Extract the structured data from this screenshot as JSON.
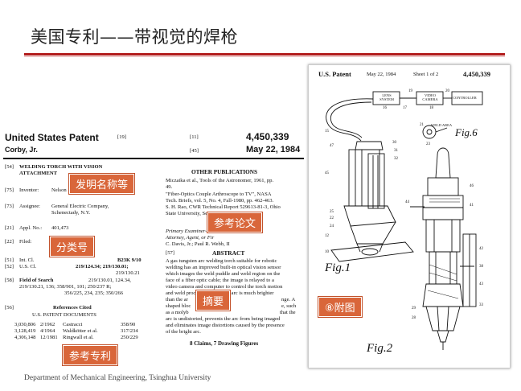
{
  "slide": {
    "title": "美国专利——带视觉的焊枪",
    "footer": "Department of Mechanical Engineering, Tsinghua University"
  },
  "patent": {
    "header_left": "United States Patent",
    "header_left_ref": "[19]",
    "inventor_line": "Corby, Jr.",
    "number_ref": "[11]",
    "number": "4,450,339",
    "date_ref": "[45]",
    "date": "May 22, 1984",
    "fields": {
      "f54_code": "[54]",
      "f54_l1": "WELDING TORCH WITH VISION",
      "f54_l2": "ATTACHMENT",
      "f75_code": "[75]",
      "f75_label": "Inventor:",
      "f75_value": "Nelson",
      "f73_code": "[73]",
      "f73_label": "Assignee:",
      "f73_l1": "General Electric Company,",
      "f73_l2": "Schenectady, N.Y.",
      "f21_code": "[21]",
      "f21_label": "Appl. No.:",
      "f21_value": "401,473",
      "f22_code": "[22]",
      "f22_label": "Filed:",
      "f51_code": "[51]",
      "f51_label": "Int. Cl.",
      "f51_value": "B23K 9/10",
      "f52_code": "[52]",
      "f52_label": "U.S. Cl.",
      "f52_l1": "219/124.34; 219/130.01;",
      "f52_l2": "219/130.21",
      "f58_code": "[58]",
      "f58_label": "Field of Search",
      "f58_l1": "219/130.01, 124.34,",
      "f58_l2": "219/130.21, 136; 358/901, 101; 250/237 R;",
      "f58_l3": "356/225, 234, 235; 350/266",
      "f56_code": "[56]",
      "f56_label": "References Cited",
      "f56_sub": "U.S. PATENT DOCUMENTS",
      "refs": [
        {
          "num": "3,030,806",
          "date": "2/1962",
          "name": "Castracci",
          "cls": "358/90"
        },
        {
          "num": "3,128,419",
          "date": "4/1964",
          "name": "Waldkötter et al.",
          "cls": "317/234"
        },
        {
          "num": "4,306,148",
          "date": "12/1981",
          "name": "Ringwall et al.",
          "cls": "250/229"
        }
      ]
    },
    "right_col": {
      "other_pub": "OTHER PUBLICATIONS",
      "op_l1": "Miczaika et al., Tools of the Astronomer, 1961, pp.",
      "op_l2": "49.",
      "op_l3": "\"Fiber-Optics Couple Arthroscope to TV\", NASA",
      "op_l4": "Tech. Briefs, vol. 5, No. 4, Fall-1980, pp. 462-463.",
      "op_l5": "S. H. Rao, CWR Technical Report 529613-81-3, Ohio",
      "op_l6": "State University, Sep.",
      "ex_l1": "Primary Examiner—C",
      "ex_l2": "Attorney, Agent, or Fir",
      "ex_l3": "C. Davis, Jr.; Paul R. Webb, II",
      "abs_code": "[57]",
      "abs_title": "ABSTRACT",
      "abs_lines": [
        "A gas tungsten arc welding torch suitable for robotic",
        "welding has an improved built-in optical vision sensor",
        "which images the weld puddle and weld region on the",
        "face of a fiber optic cable; the image is relayed to a",
        "video camera and computer to control the torch motion",
        "and weld process. The electric arc is much brighter",
        "than the ar",
        "shaped bloc",
        "as a molyb",
        "arc is undistorted, prevents the arc from being imaged",
        "and eliminates image distortions caused by the presence",
        "of the bright arc."
      ],
      "abs_r1": "nge. A",
      "abs_r2": "e, such",
      "abs_r3": "that the",
      "claims": "8 Claims, 7 Drawing Figures"
    }
  },
  "tags": {
    "invention_name": "发明名称等",
    "references": "参考论文",
    "classification": "分类号",
    "abstract": "摘要",
    "ref_patents": "参考专利",
    "drawings": "⑧附图"
  },
  "drawing": {
    "header_left": "U.S. Patent",
    "header_date": "May 22, 1984",
    "header_sheet": "Sheet 1 of 2",
    "header_number": "4,450,339",
    "box_lens": "LENS SYSTEM",
    "box_video": "VIDEO CAMERA",
    "box_controller": "CONTROLLER",
    "weld_area": "WELD AREA",
    "fig1": "Fig.1",
    "fig2": "Fig.2",
    "fig6": "Fig.6",
    "labels": {
      "l16": "16",
      "l17": "17",
      "l18": "18",
      "l19": "19",
      "l20": "20",
      "l15": "15",
      "l47": "47",
      "l45": "45",
      "l32": "32",
      "l30": "30",
      "l31": "31",
      "l12": "12",
      "l10": "10",
      "l22": "22",
      "l24": "24",
      "l25": "25",
      "l21": "21",
      "l23": "23",
      "l44": "44",
      "l41": "41",
      "l46": "46",
      "l42": "42",
      "l43": "43",
      "l38": "38",
      "l29": "29",
      "l28": "28",
      "l33": "33"
    }
  }
}
